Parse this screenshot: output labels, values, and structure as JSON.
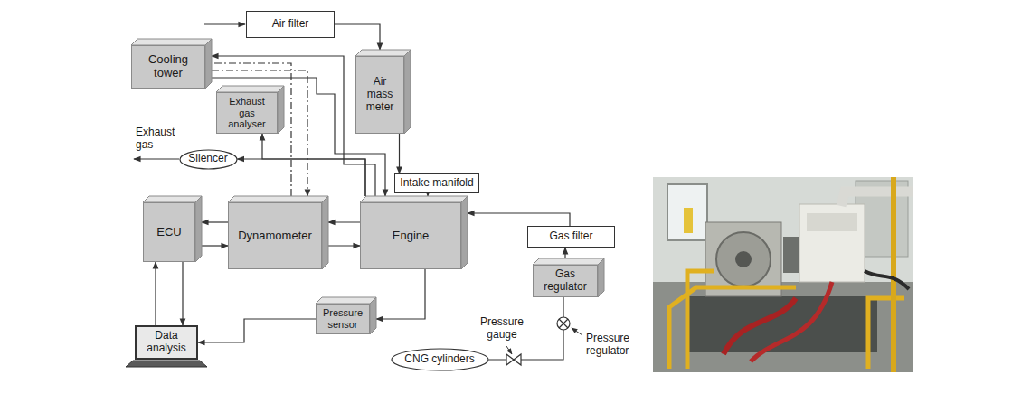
{
  "diagram": {
    "nodes": [
      {
        "text": [
          "Air filter"
        ]
      },
      {
        "text": [
          "Cooling tower"
        ]
      },
      {
        "text": [
          "Air mass meter"
        ]
      },
      {
        "text": [
          "Exhaust gas analyser"
        ]
      },
      {
        "text": [
          "Silencer"
        ]
      },
      {
        "text": [
          "Intake manifold"
        ]
      },
      {
        "text": [
          "ECU"
        ]
      },
      {
        "text": [
          "Dynamometer"
        ]
      },
      {
        "text": [
          "Engine"
        ]
      },
      {
        "text": [
          "Gas filter"
        ]
      },
      {
        "text": [
          "Gas regulator"
        ]
      },
      {
        "text": [
          "Pressure sensor"
        ]
      },
      {
        "text": [
          "Data analysis"
        ]
      },
      {
        "text": [
          "CNG cylinders"
        ]
      }
    ],
    "edges": [
      {
        "from": 0,
        "to": 2,
        "arrow": "to"
      },
      {
        "from": 2,
        "to": 5,
        "arrow": "to"
      },
      {
        "from": 5,
        "to": 8,
        "arrow": "to"
      },
      {
        "from": 8,
        "to": 1,
        "arrow": "to"
      },
      {
        "from": 1,
        "to": 8,
        "arrow": "to"
      },
      {
        "from": 1,
        "to": 7,
        "arrow": "to"
      },
      {
        "from": 7,
        "to": 1,
        "arrow": "none"
      },
      {
        "from": 8,
        "to": 4,
        "arrow": "to"
      },
      {
        "from": 8,
        "to": 3,
        "arrow": "to"
      },
      {
        "from": 7,
        "to": 6,
        "arrow": "to"
      },
      {
        "from": 6,
        "to": 7,
        "arrow": "to"
      },
      {
        "from": 8,
        "to": 7,
        "arrow": "to"
      },
      {
        "from": 7,
        "to": 8,
        "arrow": "to"
      },
      {
        "from": 12,
        "to": 6,
        "arrow": "to"
      },
      {
        "from": 6,
        "to": 12,
        "arrow": "to"
      },
      {
        "from": 8,
        "to": 11,
        "arrow": "to"
      },
      {
        "from": 11,
        "to": 12,
        "arrow": "to"
      },
      {
        "from": 9,
        "to": 8,
        "arrow": "to"
      },
      {
        "from": 10,
        "to": 9,
        "arrow": "to"
      },
      {
        "from": 13,
        "to": 10,
        "arrow": "none"
      }
    ],
    "labels": [
      "Exhaust gas",
      "Pressure gauge",
      "Pressure regulator"
    ]
  }
}
